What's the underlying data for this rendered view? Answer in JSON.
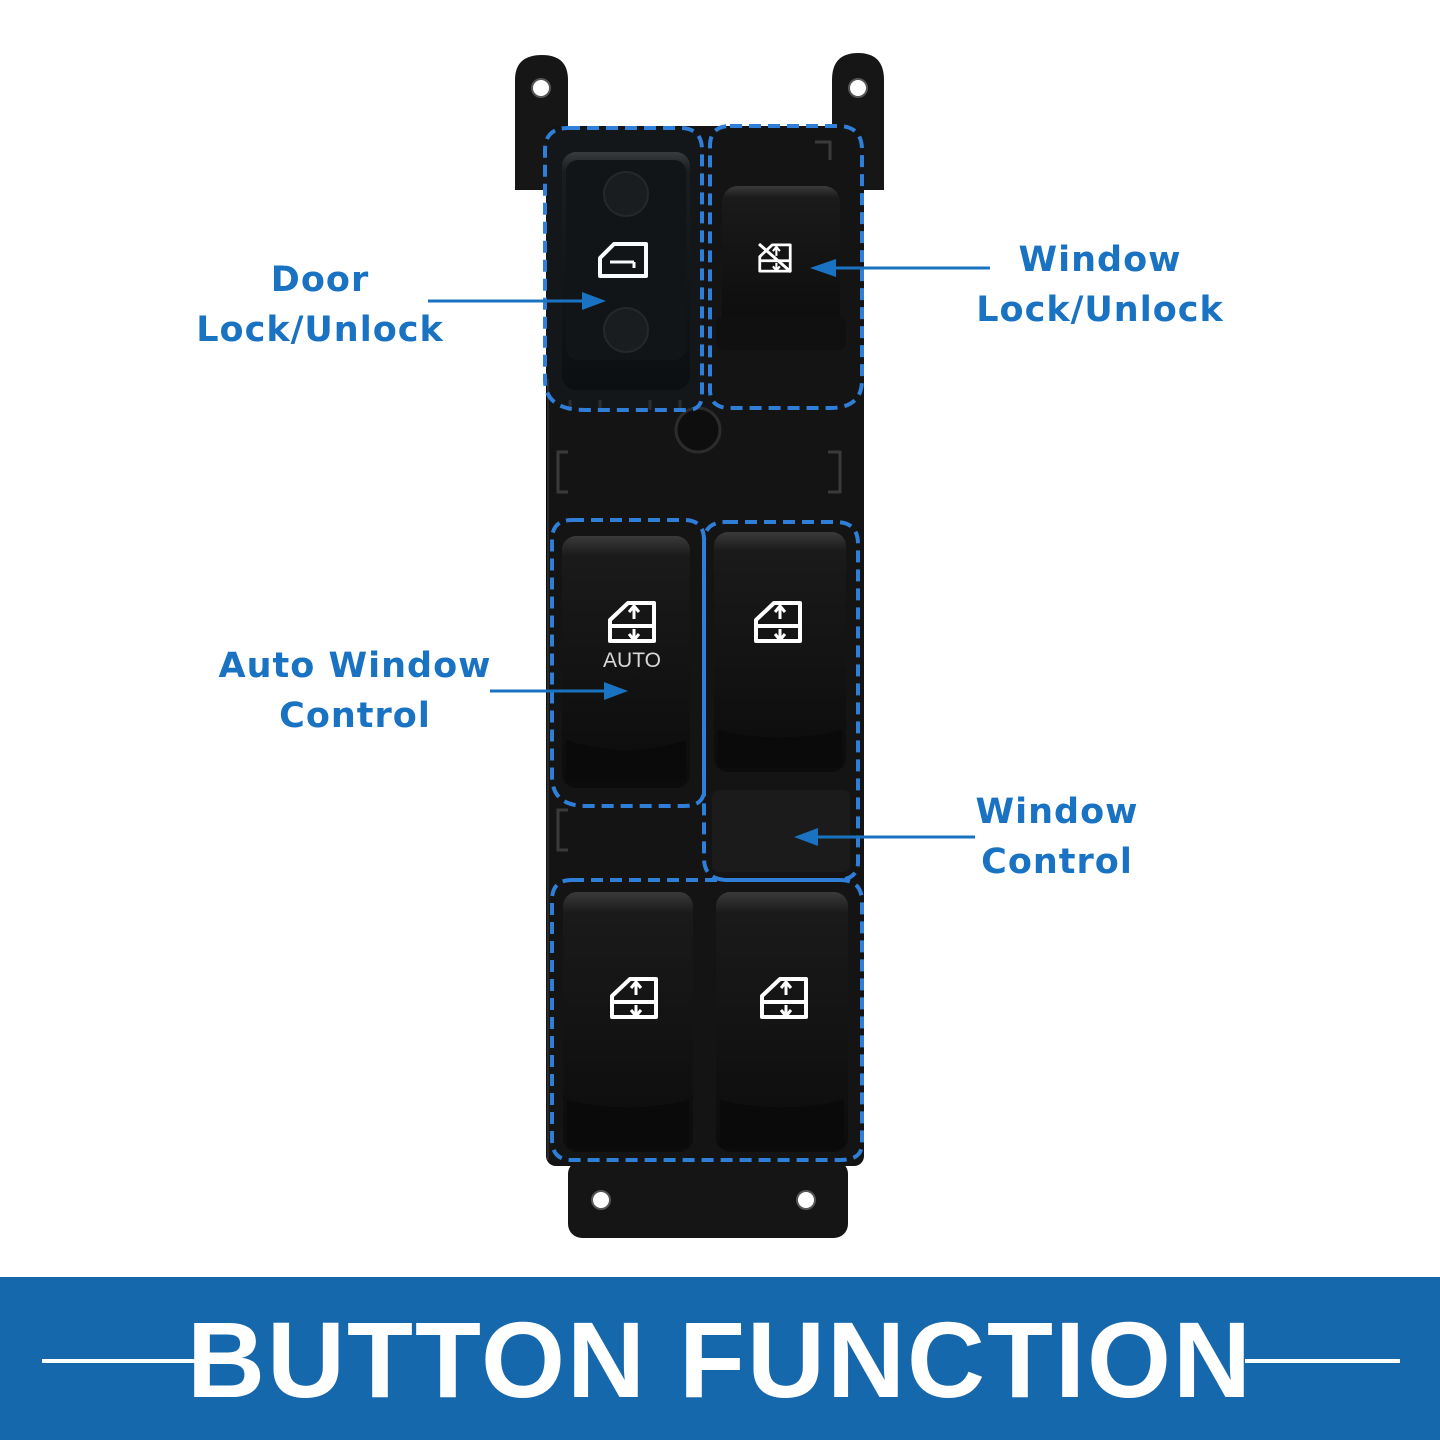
{
  "colors": {
    "accent": "#1a73c2",
    "banner": "#1668ad",
    "switch_body": "#141414",
    "button": "#101010"
  },
  "labels": {
    "door_lock": [
      "Door",
      "Lock/Unlock"
    ],
    "window_lock": [
      "Window",
      "Lock/Unlock"
    ],
    "auto_window": [
      "Auto Window",
      "Control"
    ],
    "window_control": [
      "Window",
      "Control"
    ]
  },
  "button_text": {
    "auto": "AUTO"
  },
  "icons": {
    "door_lock_button": "door-lock-icon",
    "window_lock_button": "window-lock-icon",
    "window_buttons": "window-up-down-icon"
  },
  "banner": {
    "title": "BUTTON FUNCTION"
  }
}
